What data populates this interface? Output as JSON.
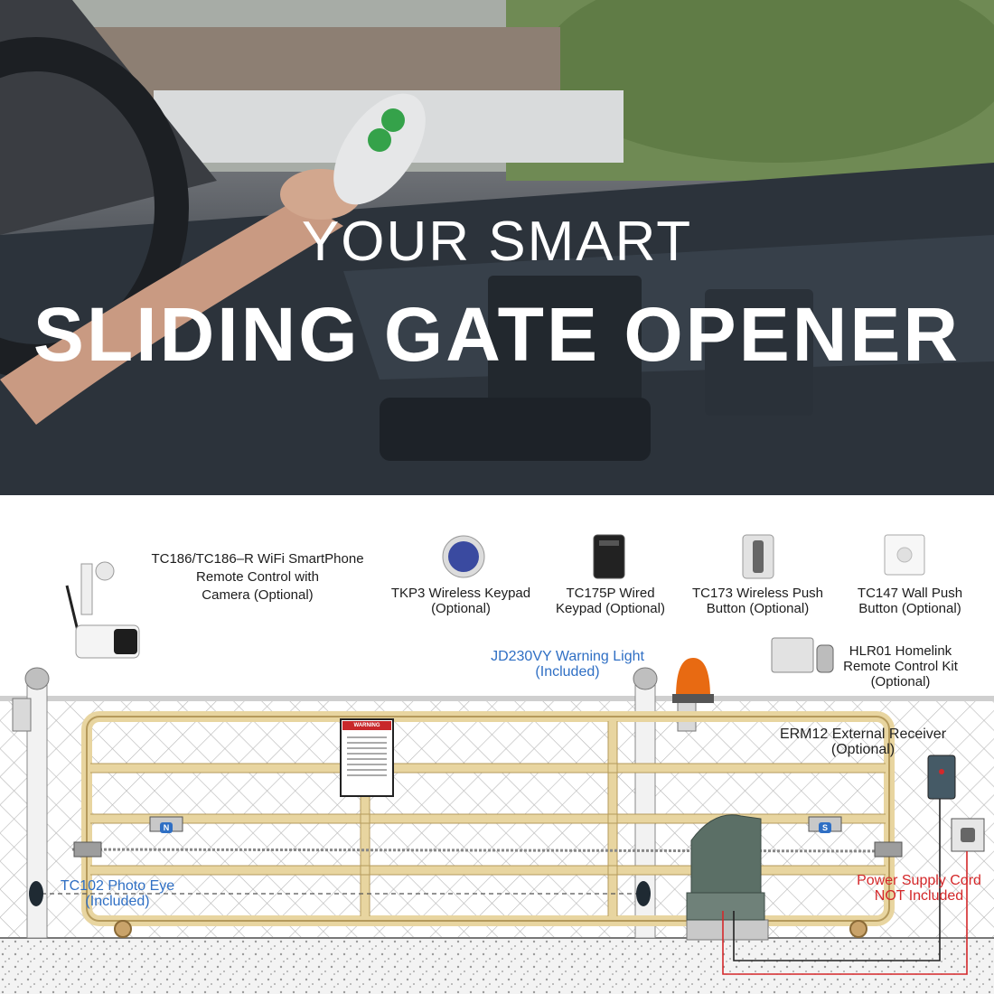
{
  "hero": {
    "line1": "YOUR SMART",
    "line2": "SLIDING GATE OPENER"
  },
  "accessories": {
    "camera": {
      "icon": "wifi-camera-icon",
      "line1": "TC186/TC186–R WiFi SmartPhone",
      "line2": "Remote Control with",
      "line3": "Camera (Optional)"
    },
    "keypad_wireless": {
      "icon": "wireless-keypad-icon",
      "line1": "TKP3 Wireless Keypad",
      "line2": "(Optional)"
    },
    "keypad_wired": {
      "icon": "wired-keypad-icon",
      "line1": "TC175P Wired",
      "line2": "Keypad (Optional)"
    },
    "push_button": {
      "icon": "wireless-push-button-icon",
      "line1": "TC173 Wireless Push",
      "line2": "Button (Optional)"
    },
    "wall_button": {
      "icon": "wall-push-button-icon",
      "line1": "TC147 Wall Push",
      "line2": "Button (Optional)"
    },
    "homelink": {
      "icon": "homelink-kit-icon",
      "line1": "HLR01 Homelink",
      "line2": "Remote Control Kit",
      "line3": "(Optional)"
    }
  },
  "components": {
    "warning_light": {
      "icon": "warning-light-icon",
      "line1": "JD230VY Warning Light",
      "line2": "(Included)"
    },
    "receiver": {
      "icon": "external-receiver-icon",
      "line1": "ERM12 External Receiver",
      "line2": "(Optional)"
    },
    "photo_eye": {
      "icon": "photo-eye-icon",
      "line1": "TC102  Photo Eye",
      "line2": "(Included)"
    },
    "power_cord": {
      "icon": "power-outlet-icon",
      "line1": "Power Supply Cord",
      "line2": "NOT Included"
    },
    "sign": {
      "title": "WARNING"
    },
    "magnets": {
      "n": "N",
      "s": "S"
    }
  },
  "colors": {
    "gate": "#e8d5a0",
    "gate_outline": "#b59a5c",
    "label_blue": "#2f6fc4",
    "label_red": "#d4282a",
    "opener": "#5b6f66",
    "warning_light": "#e86a12"
  }
}
